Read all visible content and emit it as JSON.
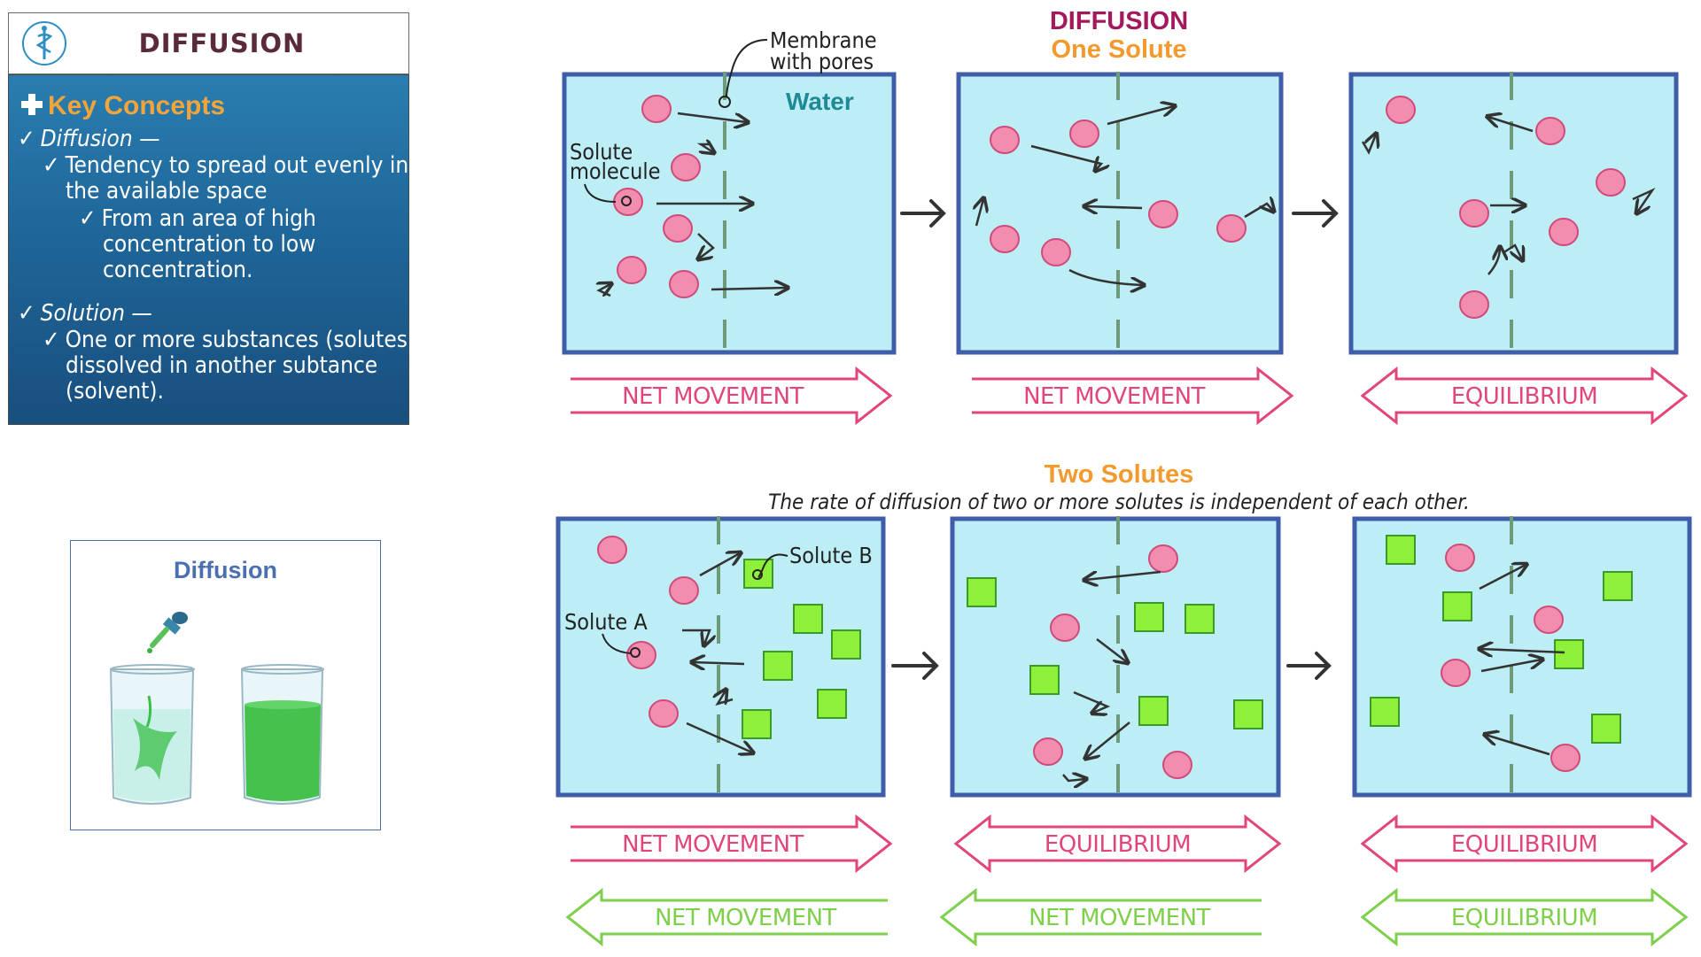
{
  "header": {
    "title": "DIFFUSION"
  },
  "concepts": {
    "heading": "Key Concepts",
    "diffusion_term": "Diffusion —",
    "diffusion_lines": [
      "Tendency to spread out evenly in",
      "the available space"
    ],
    "diffusion_sub_lines": [
      "From an area of high",
      "concentration to low",
      "concentration."
    ],
    "solution_term": "Solution —",
    "solution_lines": [
      "One or more substances (solutes)",
      "dissolved in another subtance",
      "(solvent)."
    ]
  },
  "image_card": {
    "title": "Diffusion"
  },
  "diagram": {
    "title": "DIFFUSION",
    "subtitle_one": "One Solute",
    "subtitle_two": "Two Solutes",
    "note_two": "The rate of diffusion of two or more solutes is independent of each other.",
    "label_membrane_1": "Membrane",
    "label_membrane_2": "with pores",
    "label_water": "Water",
    "label_solute_1": "Solute",
    "label_solute_2": "molecule",
    "label_solute_a": "Solute A",
    "label_solute_b": "Solute B",
    "arrows_one": [
      "NET MOVEMENT",
      "NET MOVEMENT",
      "EQUILIBRIUM"
    ],
    "arrows_two_pink": [
      "NET MOVEMENT",
      "EQUILIBRIUM",
      "EQUILIBRIUM"
    ],
    "arrows_two_green": [
      "NET MOVEMENT",
      "NET MOVEMENT",
      "EQUILIBRIUM"
    ]
  },
  "colors": {
    "water": "#bdeef5",
    "box_border": "#3f5da8",
    "solute_pink": "#f28db0",
    "solute_green": "#8ef03a",
    "arrow_pink": "#e2457a",
    "arrow_green": "#7ecf4a",
    "title_purple": "#a3195b",
    "title_orange": "#f29a2e",
    "water_label": "#1f8a96"
  }
}
